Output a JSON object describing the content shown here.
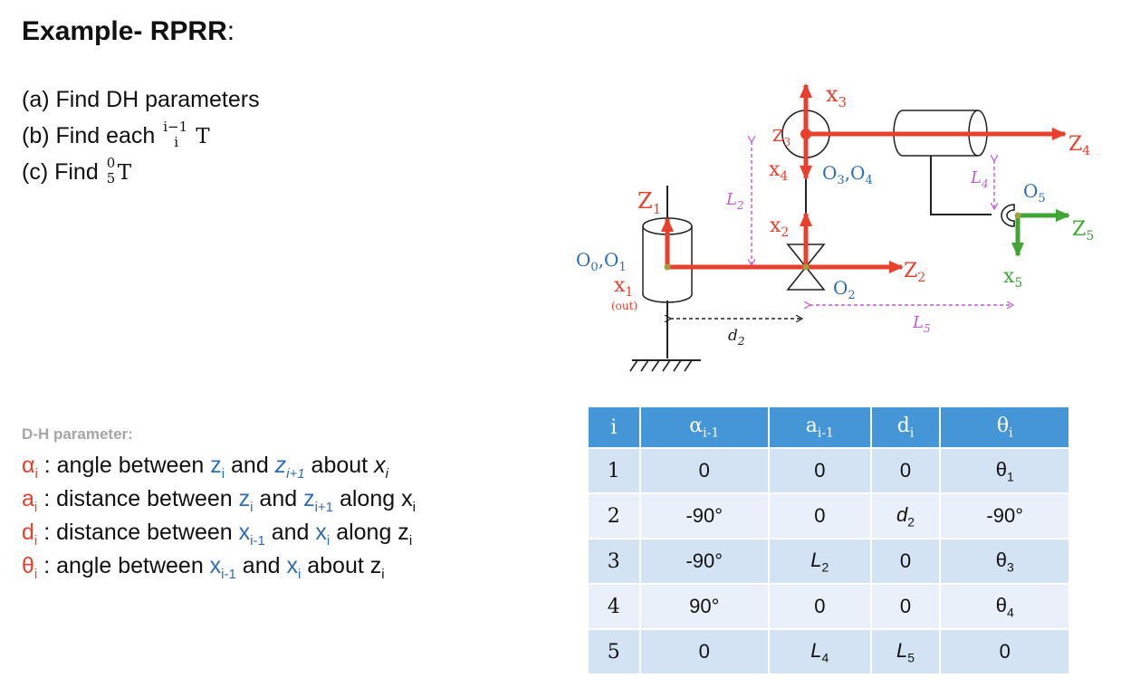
{
  "title": {
    "main": "Example- RPRR",
    "colon": ":"
  },
  "tasks": {
    "a": "(a)  Find DH parameters",
    "b": "(b)  Find each ",
    "b_sup": "i−1",
    "b_sub": "i",
    "b_T": "T",
    "c": "(c)  Find ",
    "c_up": "0",
    "c_dn": "5",
    "c_T": "T"
  },
  "dh_heading": "D-H parameter:",
  "definitions": {
    "alpha": {
      "sym": "α",
      "sub": "i",
      "t1": " : angle between ",
      "v1": "z",
      "v1sub": "i",
      "t2": " and ",
      "v2": "z",
      "v2sub": "i+1",
      "t3": " about ",
      "v3": "x",
      "v3sub": "i"
    },
    "a": {
      "sym": "a",
      "sub": "i",
      "t1": " : distance between ",
      "v1": "z",
      "v1sub": "i",
      "t2": " and ",
      "v2": "z",
      "v2sub": "i+1",
      "t3": " along x",
      "v3sub": "i"
    },
    "d": {
      "sym": "d",
      "sub": "i",
      "t1": " : distance between ",
      "v1": "x",
      "v1sub": "i-1",
      "t2": " and ",
      "v2": "x",
      "v2sub": "i",
      "t3": " along z",
      "v3sub": "i"
    },
    "theta": {
      "sym": "θ",
      "sub": "i",
      "t1": " : angle between ",
      "v1": "x",
      "v1sub": "i-1",
      "t2": " and ",
      "v2": "x",
      "v2sub": "i",
      "t3": " about z",
      "v3sub": "i"
    }
  },
  "table": {
    "headers": [
      {
        "base": "i",
        "sub": ""
      },
      {
        "base": "α",
        "sub": "i-1"
      },
      {
        "base": "a",
        "sub": "i-1"
      },
      {
        "base": "d",
        "sub": "i"
      },
      {
        "base": "θ",
        "sub": "i"
      }
    ],
    "rows": [
      [
        {
          "v": "1"
        },
        {
          "v": "0"
        },
        {
          "v": "0"
        },
        {
          "v": "0"
        },
        {
          "v": "θ",
          "sub": "1"
        }
      ],
      [
        {
          "v": "2"
        },
        {
          "v": "-90°"
        },
        {
          "v": "0"
        },
        {
          "v": "d",
          "sub": "2",
          "italic": true
        },
        {
          "v": "-90°"
        }
      ],
      [
        {
          "v": "3"
        },
        {
          "v": "-90°"
        },
        {
          "v": "L",
          "sub": "2",
          "italic": true
        },
        {
          "v": "0"
        },
        {
          "v": "θ",
          "sub": "3"
        }
      ],
      [
        {
          "v": "4"
        },
        {
          "v": "90°"
        },
        {
          "v": "0"
        },
        {
          "v": "0"
        },
        {
          "v": "θ",
          "sub": "4"
        }
      ],
      [
        {
          "v": "5"
        },
        {
          "v": "0"
        },
        {
          "v": "L",
          "sub": "4",
          "italic": true
        },
        {
          "v": "L",
          "sub": "5",
          "italic": true
        },
        {
          "v": "0"
        }
      ]
    ]
  },
  "diagram": {
    "labels": {
      "x3": "x",
      "x3sub": "3",
      "z3": "Z",
      "z3sub": "3",
      "z4": "Z",
      "z4sub": "4",
      "x4": "x",
      "x4sub": "4",
      "o34": "O",
      "o34sub1": "3",
      "o34comma": ",O",
      "o34sub2": "4",
      "l2": "L",
      "l2sub": "2",
      "l4": "L",
      "l4sub": "4",
      "o5": "O",
      "o5sub": "5",
      "z5": "Z",
      "z5sub": "5",
      "z1": "Z",
      "z1sub": "1",
      "x2": "x",
      "x2sub": "2",
      "z2": "Z",
      "z2sub": "2",
      "x5": "x",
      "x5sub": "5",
      "o01": "O",
      "o01sub1": "0",
      "o01comma": ",O",
      "o01sub2": "1",
      "x1": "x",
      "x1sub": "1",
      "out": "(out)",
      "o2": "O",
      "o2sub": "2",
      "d2": "d",
      "d2sub": "2",
      "l5": "L",
      "l5sub": "5"
    },
    "colors": {
      "red": "#e8402c",
      "blue": "#2f6db5",
      "green": "#3fa535",
      "magenta": "#c05bd6",
      "olive": "#a0a040"
    }
  }
}
